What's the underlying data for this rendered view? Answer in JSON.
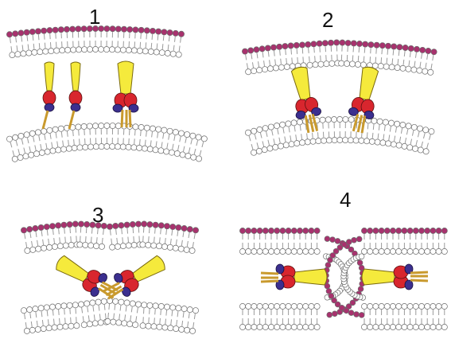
{
  "panels": [
    {
      "number": "1"
    },
    {
      "number": "2"
    },
    {
      "number": "3"
    },
    {
      "number": "4"
    }
  ],
  "colors": {
    "upper_leaflet_heads": "#a8326e",
    "lower_leaflet_heads": "#ffffff",
    "lipid_outline": "#6b6b6b",
    "tail": "#9a9a9a",
    "helix_yellow": "#f5ea3c",
    "domain_red": "#d8262e",
    "domain_blue": "#3b2f8f",
    "anchor_gold": "#c99a2e"
  }
}
